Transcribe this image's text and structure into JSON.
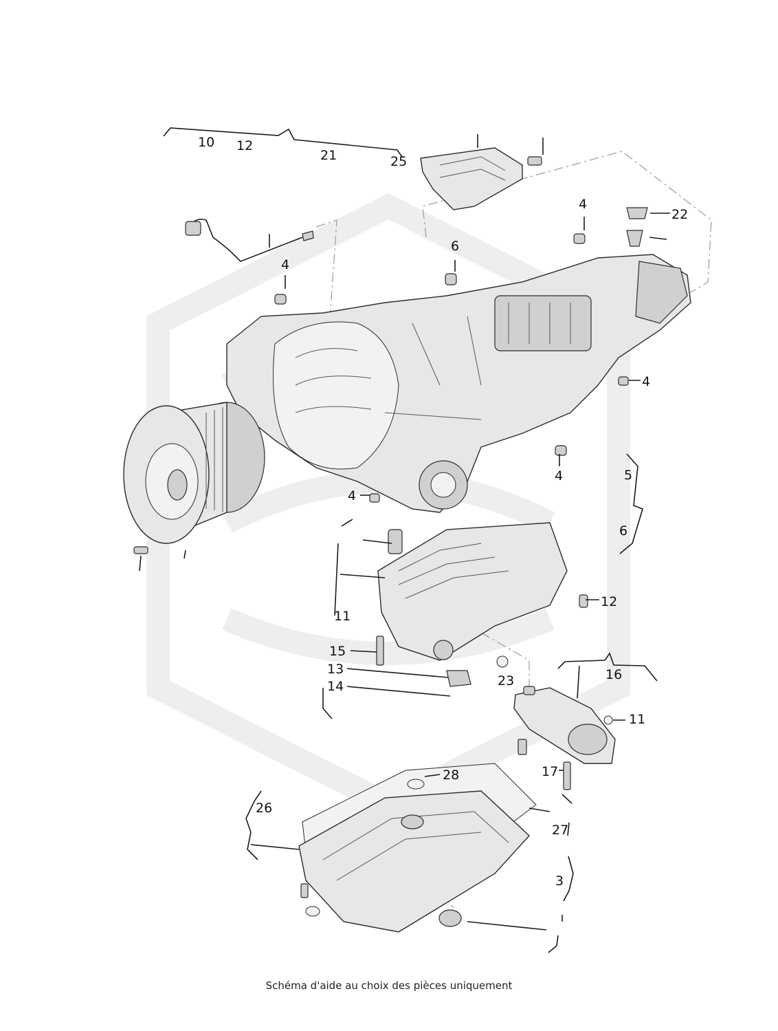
{
  "caption": "Schéma d'aide au choix des pièces uniquement",
  "callouts": {
    "c10": "10",
    "c12a": "12",
    "c21": "21",
    "c25": "25",
    "c4a": "4",
    "c22": "22",
    "c6a": "6",
    "c4b": "4",
    "c4c": "4",
    "c4d": "4",
    "c4e": "4",
    "c5": "5",
    "c6b": "6",
    "c11a": "11",
    "c12b": "12",
    "c15": "15",
    "c13": "13",
    "c14": "14",
    "c23": "23",
    "c16": "16",
    "c11b": "11",
    "c17": "17",
    "c28": "28",
    "c26": "26",
    "c27": "27",
    "c3": "3"
  },
  "watermark": {
    "color": "#ececec"
  }
}
